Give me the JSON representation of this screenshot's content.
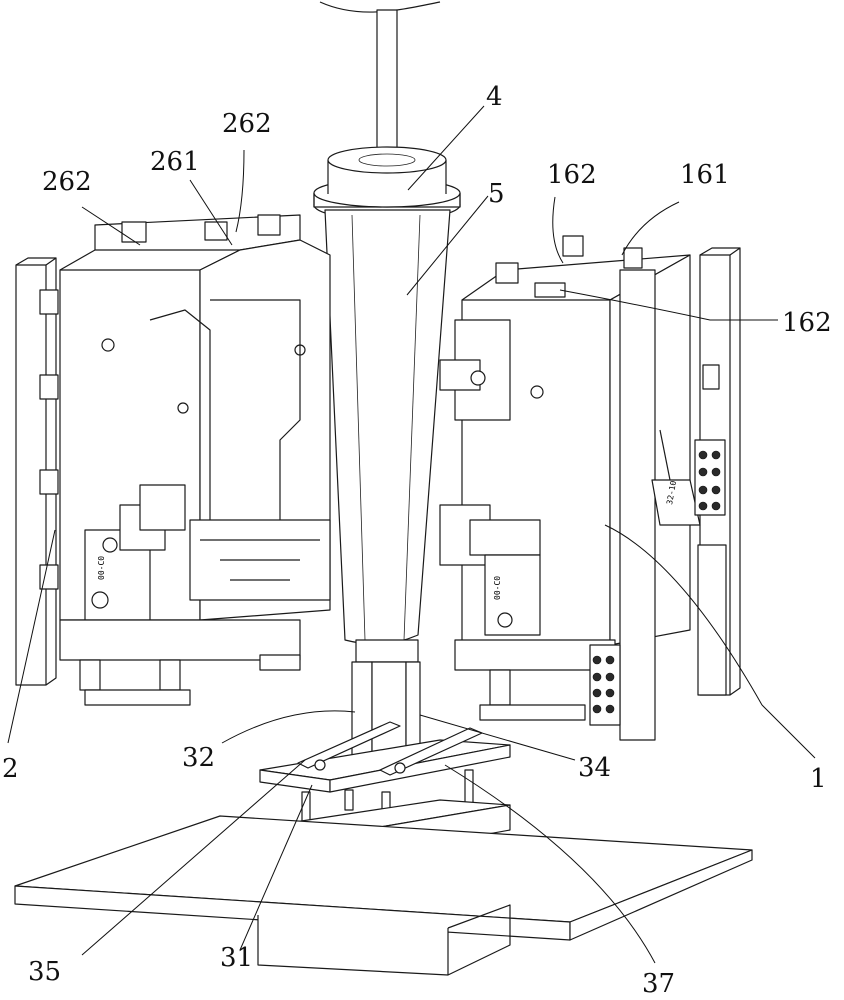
{
  "figure": {
    "type": "patent-drawing",
    "subject": "mold / forming apparatus isometric view"
  },
  "labels": [
    {
      "id": "l4",
      "text": "4"
    },
    {
      "id": "l5",
      "text": "5"
    },
    {
      "id": "l262a",
      "text": "262"
    },
    {
      "id": "l262b",
      "text": "262"
    },
    {
      "id": "l261",
      "text": "261"
    },
    {
      "id": "l162a",
      "text": "162"
    },
    {
      "id": "l161",
      "text": "161"
    },
    {
      "id": "l162b",
      "text": "162"
    },
    {
      "id": "l2",
      "text": "2"
    },
    {
      "id": "l1",
      "text": "1"
    },
    {
      "id": "l32",
      "text": "32"
    },
    {
      "id": "l34",
      "text": "34"
    },
    {
      "id": "l35",
      "text": "35"
    },
    {
      "id": "l31",
      "text": "31"
    },
    {
      "id": "l37",
      "text": "37"
    }
  ],
  "markings": {
    "valve_left": "00-C0",
    "valve_right": "00-C0",
    "valve_block_right": "32-10"
  }
}
